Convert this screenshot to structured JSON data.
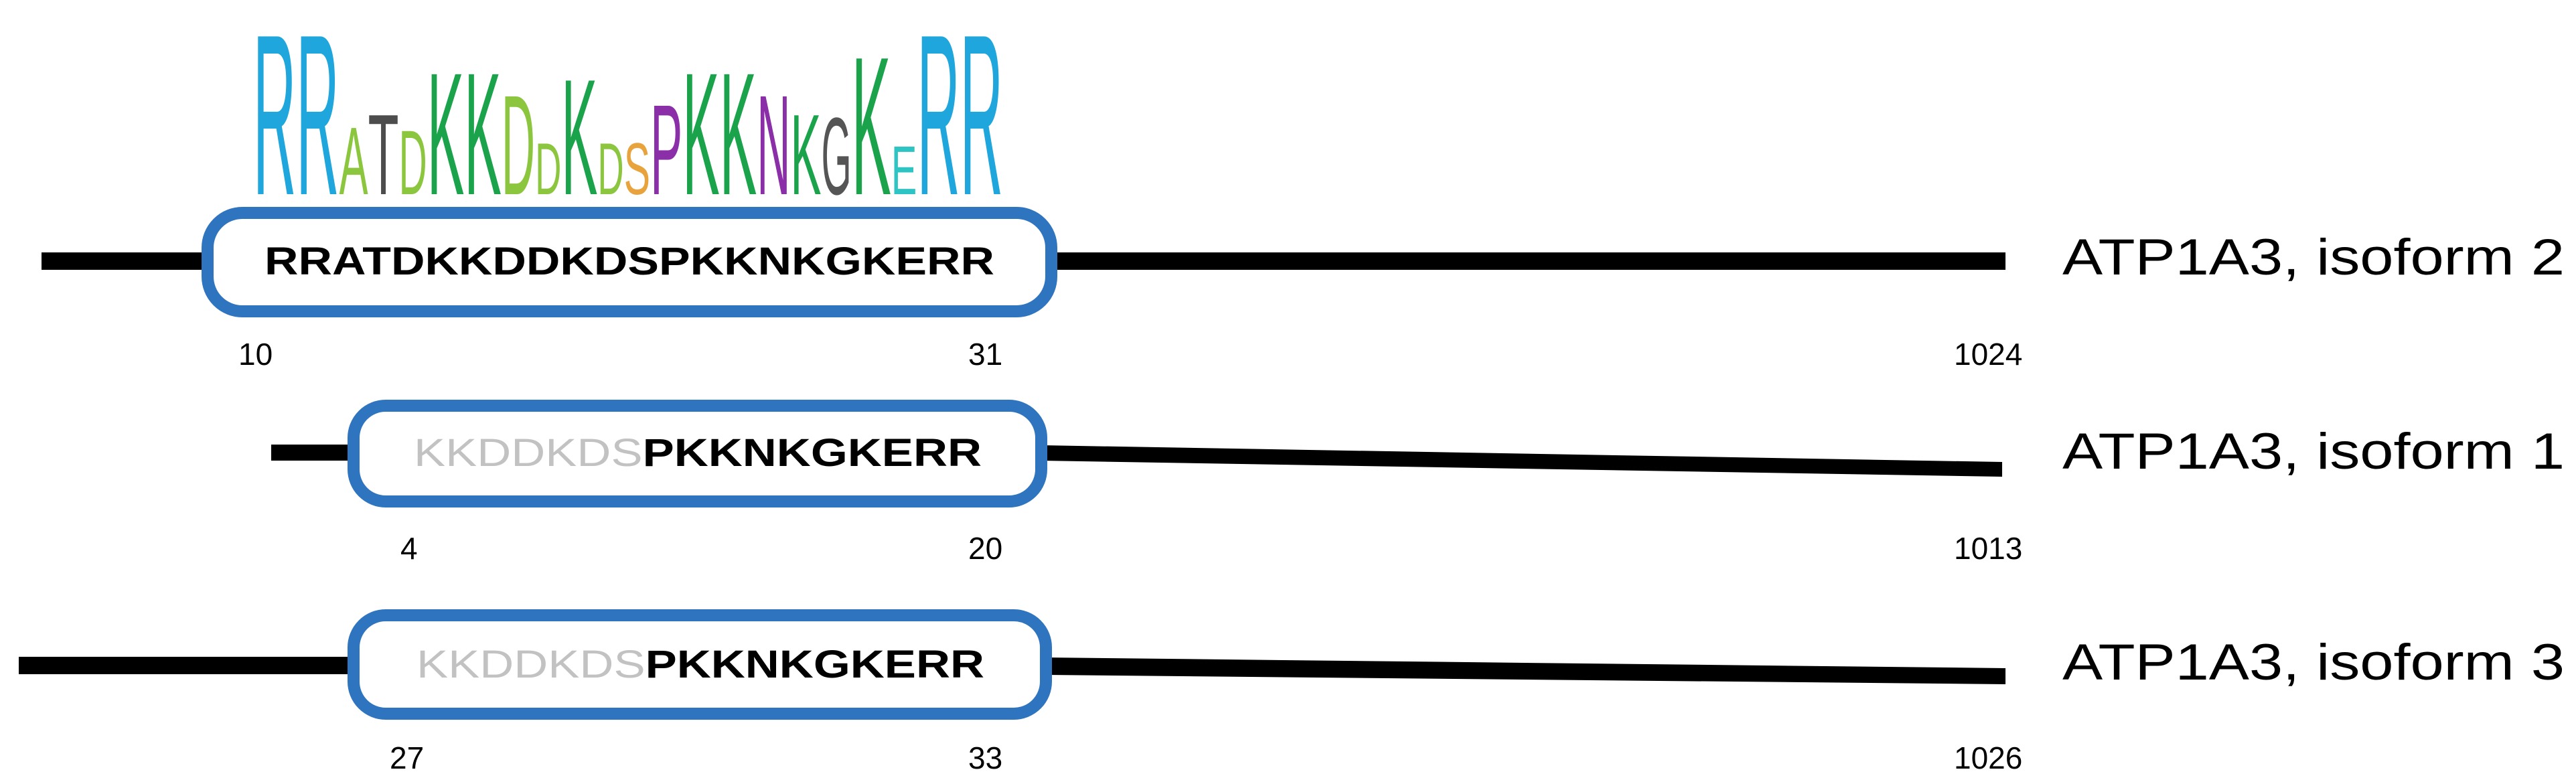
{
  "colors": {
    "backbone": "#000000",
    "box_stroke": "#2f74bf",
    "box_fill": "#ffffff",
    "sequence_strong": "#000000",
    "sequence_faded": "#c2c2c2"
  },
  "sequence_logo": {
    "letters": [
      {
        "char": "R",
        "color": "#1fa6dc",
        "weight": 1.0
      },
      {
        "char": "R",
        "color": "#1fa6dc",
        "weight": 1.0
      },
      {
        "char": "A",
        "color": "#8cc63f",
        "weight": 0.42
      },
      {
        "char": "T",
        "color": "#4d4d4d",
        "weight": 0.5
      },
      {
        "char": "D",
        "color": "#8cc63f",
        "weight": 0.4
      },
      {
        "char": "K",
        "color": "#1aa34a",
        "weight": 0.76
      },
      {
        "char": "K",
        "color": "#1aa34a",
        "weight": 0.76
      },
      {
        "char": "D",
        "color": "#8cc63f",
        "weight": 0.62
      },
      {
        "char": "D",
        "color": "#8cc63f",
        "weight": 0.32
      },
      {
        "char": "K",
        "color": "#1aa34a",
        "weight": 0.72
      },
      {
        "char": "D",
        "color": "#8cc63f",
        "weight": 0.32
      },
      {
        "char": "S",
        "color": "#e8a33d",
        "weight": 0.32
      },
      {
        "char": "P",
        "color": "#8b2fa8",
        "weight": 0.56
      },
      {
        "char": "K",
        "color": "#1aa34a",
        "weight": 0.76
      },
      {
        "char": "K",
        "color": "#1aa34a",
        "weight": 0.76
      },
      {
        "char": "N",
        "color": "#8b2fa8",
        "weight": 0.62
      },
      {
        "char": "K",
        "color": "#1aa34a",
        "weight": 0.5
      },
      {
        "char": "G",
        "color": "#555555",
        "weight": 0.48
      },
      {
        "char": "K",
        "color": "#1aa34a",
        "weight": 0.86
      },
      {
        "char": "E",
        "color": "#2ec4c4",
        "weight": 0.3
      },
      {
        "char": "R",
        "color": "#1fa6dc",
        "weight": 1.0
      },
      {
        "char": "R",
        "color": "#1fa6dc",
        "weight": 1.0
      }
    ]
  },
  "isoforms": [
    {
      "label": "ATP1A3, isoform 2",
      "faded_sequence": "",
      "bold_sequence": "RRATDKKDDKDSPKKNKGKERR",
      "start_position": "10",
      "end_position": "31",
      "length": "1024"
    },
    {
      "label": "ATP1A3, isoform 1",
      "faded_sequence": "KKDDKDS",
      "bold_sequence": "PKKNKGKERR",
      "start_position": "4",
      "end_position": "20",
      "length": "1013"
    },
    {
      "label": "ATP1A3, isoform 3",
      "faded_sequence": "KKDDKDS",
      "bold_sequence": "PKKNKGKERR",
      "start_position": "27",
      "end_position": "33",
      "length": "1026"
    }
  ]
}
